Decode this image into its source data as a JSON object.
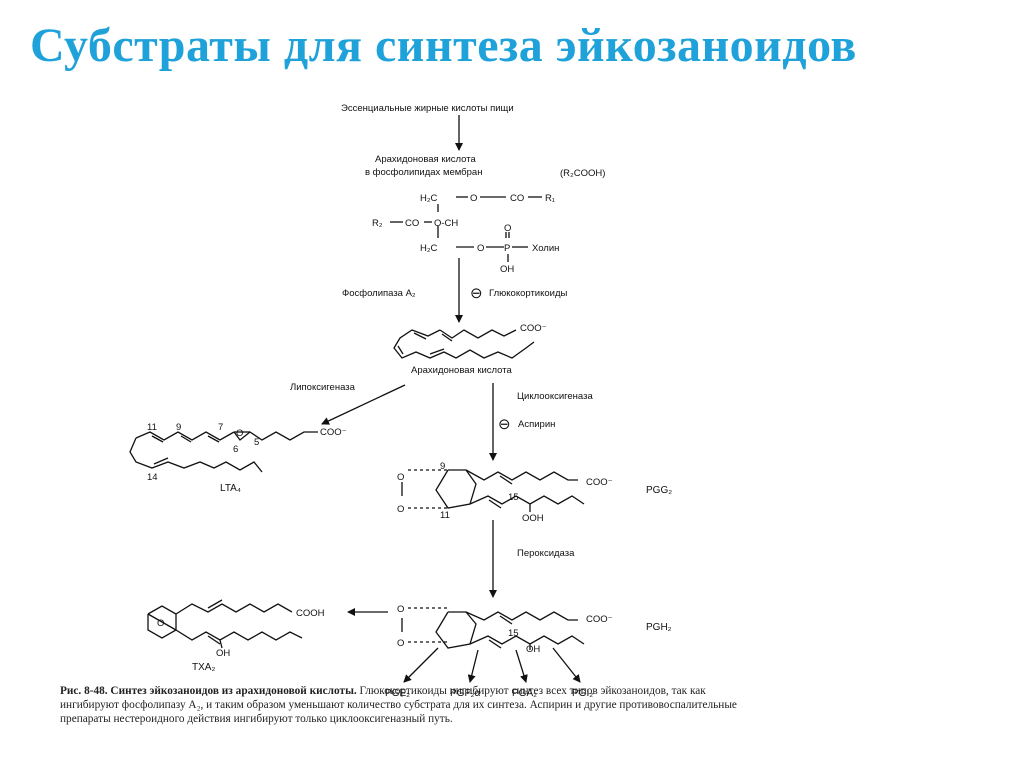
{
  "title": "Субстраты для синтеза эйкозаноидов",
  "colors": {
    "title": "#1FA2D9",
    "ink": "#111111"
  },
  "diagram": {
    "essential_acids": "Эссенциальные жирные кислоты пищи",
    "arachidonic_in_membrane_1": "Арахидоновая кислота",
    "arachidonic_in_membrane_2": "в фосфолипидах мембран",
    "r2cooh": "(R₂COOH)",
    "h2c_top": "H₂C",
    "o_1": "O",
    "co_1": "CO",
    "r1": "R₁",
    "r2": "R₂",
    "co_2": "CO",
    "o_ch": "O-CH",
    "h2c_bottom": "H₂C",
    "o_2": "O",
    "p": "P",
    "o_double": "O",
    "oh_p": "OH",
    "choline": "Холин",
    "phospholipase": "Фосфолипаза A₂",
    "inhibit_symbol_1": "⊖",
    "glucocorticoids": "Глюкокортикоиды",
    "coo_aa": "COO⁻",
    "arachidonic_acid": "Арахидоновая кислота",
    "lipoxygenase": "Липоксигеназа",
    "cyclooxygenase": "Циклооксигеназа",
    "inhibit_symbol_2": "⊖",
    "aspirin": "Аспирин",
    "lta_11": "11",
    "lta_9": "9",
    "lta_7": "7",
    "lta_o": "O",
    "lta_5": "5",
    "lta_6": "6",
    "lta_14": "14",
    "lta_coo": "COO⁻",
    "lta4": "LTA₄",
    "pgg_o_top": "O",
    "pgg_o_bottom": "O",
    "pgg_9": "9",
    "pgg_11": "11",
    "pgg_15": "15",
    "pgg_ooh": "OOH",
    "pgg_coo": "COO⁻",
    "pgg2": "PGG₂",
    "peroxidase": "Пероксидаза",
    "txa_cooh": "COOH",
    "txa_o": "O",
    "txa_oh": "OH",
    "txa2": "TXA₂",
    "pgh_o_top": "O",
    "pgh_o_bottom": "O",
    "pgh_15": "15",
    "pgh_oh": "OH",
    "pgh_coo": "COO⁻",
    "pgh2": "PGH₂",
    "pge2": "PGE₂",
    "pgf2a": "PGF₂α",
    "pga2": "PGA₂",
    "pgi2": "PGI₂"
  },
  "caption": {
    "bold": "Рис. 8-48. Синтез эйкозаноидов из арахидоновой кислоты.",
    "text": " Глюкокортикоиды ингибируют синтез всех типов эйкозаноидов, так как ингибируют фосфолипазу A₂, и таким образом уменьшают количество субстрата для их синтеза. Аспирин и другие противовоспалительные препараты нестероидного действия ингибируют только циклооксигеназный путь."
  }
}
